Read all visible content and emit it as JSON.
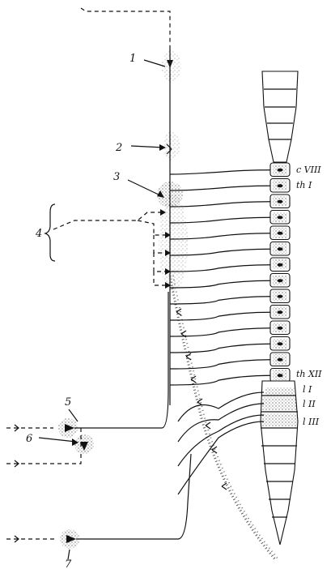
{
  "figure": {
    "labels": {
      "l1": "1",
      "l2": "2",
      "l3": "3",
      "l4": "4",
      "l5": "5",
      "l6": "6",
      "l7": "7"
    },
    "segment_labels": {
      "c8": "c VIII",
      "th1": "th I",
      "th12": "th XII",
      "l1": "l I",
      "l2": "l II",
      "l3": "l III"
    }
  }
}
